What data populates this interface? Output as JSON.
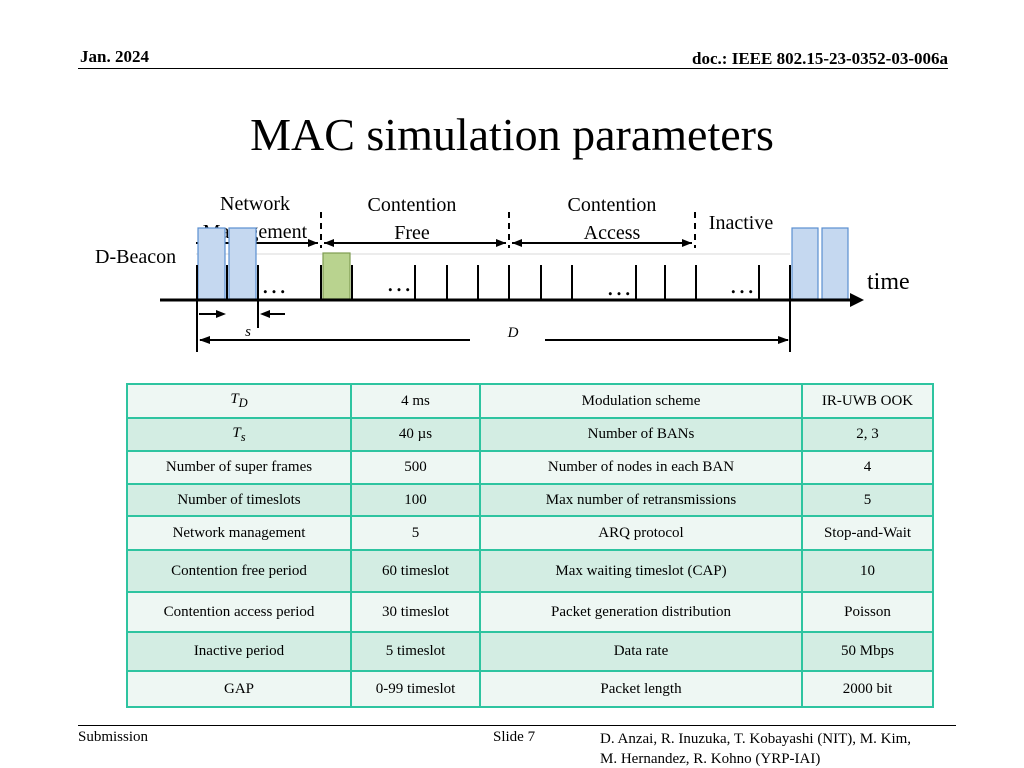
{
  "header": {
    "date": "Jan. 2024",
    "doc": "doc.: IEEE 802.15-23-0352-03-006a"
  },
  "title": "MAC simulation parameters",
  "diagram": {
    "labels": {
      "network_management_1": "Network",
      "network_management_2": "Management",
      "contention_free_1": "Contention",
      "contention_free_2": "Free",
      "contention_access_1": "Contention",
      "contention_access_2": "Access",
      "inactive": "Inactive",
      "d_beacon": "D-Beacon",
      "time": "time",
      "ellipsis": "…",
      "s": "s",
      "d": "D"
    },
    "colors": {
      "beacon": "#c5d8f0",
      "beacon_stroke": "#5b8fd0",
      "slot_green": "#b9d38f",
      "slot_green_stroke": "#7e9c52"
    }
  },
  "table": {
    "rows": [
      [
        {
          "text": "T",
          "sub": "D"
        },
        "4 ms",
        "Modulation scheme",
        "IR-UWB OOK"
      ],
      [
        {
          "text": "T",
          "sub": "s"
        },
        "40 µs",
        "Number of BANs",
        "2, 3"
      ],
      [
        "Number of super frames",
        "500",
        "Number of nodes in each BAN",
        "4"
      ],
      [
        "Number of timeslots",
        "100",
        "Max number of retransmissions",
        "5"
      ],
      [
        "Network management",
        "5",
        "ARQ protocol",
        "Stop-and-Wait"
      ],
      [
        "Contention free period",
        "60 timeslot",
        "Max waiting timeslot  (CAP)",
        "10"
      ],
      [
        "Contention  access period",
        "30 timeslot",
        "Packet generation distribution",
        "Poisson"
      ],
      [
        "Inactive period",
        "5 timeslot",
        "Data rate",
        "50 Mbps"
      ],
      [
        "GAP",
        "0-99 timeslot",
        "Packet length",
        "2000 bit"
      ]
    ]
  },
  "footer": {
    "submission": "Submission",
    "slide": "Slide 7",
    "authors_1": "D. Anzai, R. Inuzuka, T. Kobayashi (NIT), M. Kim,",
    "authors_2": "M. Hernandez, R. Kohno (YRP-IAI)"
  }
}
